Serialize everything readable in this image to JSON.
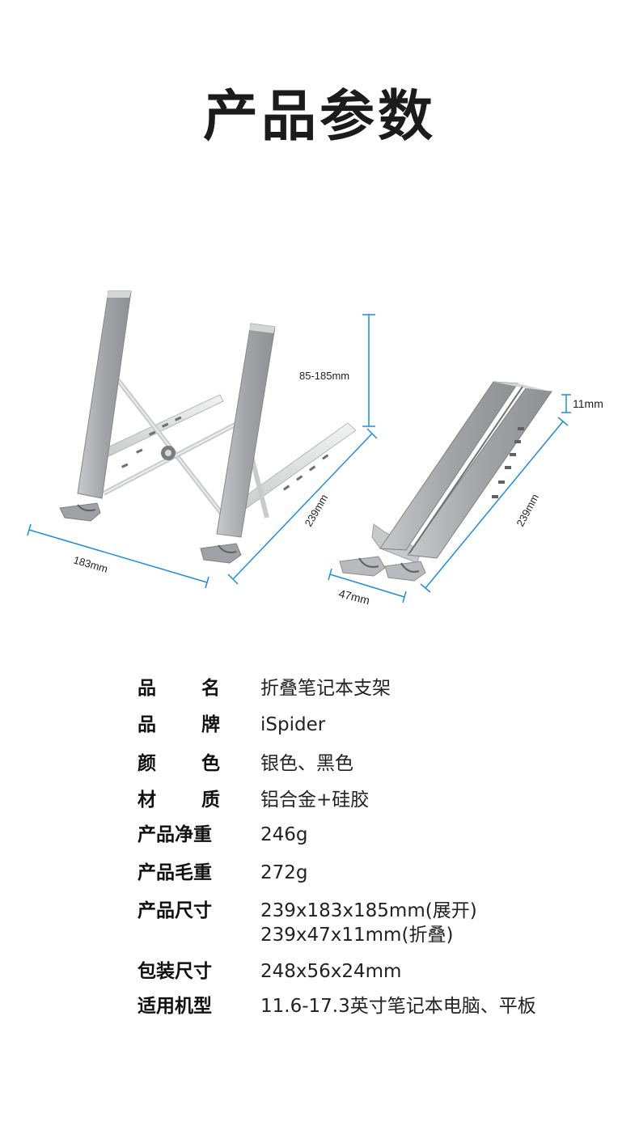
{
  "title": "产品参数",
  "dimensions": {
    "height_range": "85-185mm",
    "length_open": "239mm",
    "width_open": "183mm",
    "thickness_folded": "11mm",
    "length_folded": "239mm",
    "width_folded": "47mm"
  },
  "colors": {
    "dimension_line": "#1e8fd6",
    "aluminum": "#a9abae"
  },
  "specs": [
    {
      "label_chars": [
        "品",
        "名"
      ],
      "value": "折叠笔记本支架"
    },
    {
      "label_chars": [
        "品",
        "牌"
      ],
      "value": "iSpider"
    },
    {
      "label_chars": [
        "颜",
        "色"
      ],
      "value": "银色、黑色"
    },
    {
      "label_chars": [
        "材",
        "质"
      ],
      "value": "铝合金+硅胶"
    },
    {
      "label_chars": [
        "产品净重"
      ],
      "value": "246g"
    },
    {
      "label_chars": [
        "产品毛重"
      ],
      "value": "272g"
    },
    {
      "label_chars": [
        "产品尺寸"
      ],
      "value": "239x183x185mm(展开)",
      "value2": "239x47x11mm(折叠)"
    },
    {
      "label_chars": [
        "包装尺寸"
      ],
      "value": "248x56x24mm"
    },
    {
      "label_chars": [
        "适用机型"
      ],
      "value": "11.6-17.3英寸笔记本电脑、平板"
    }
  ]
}
